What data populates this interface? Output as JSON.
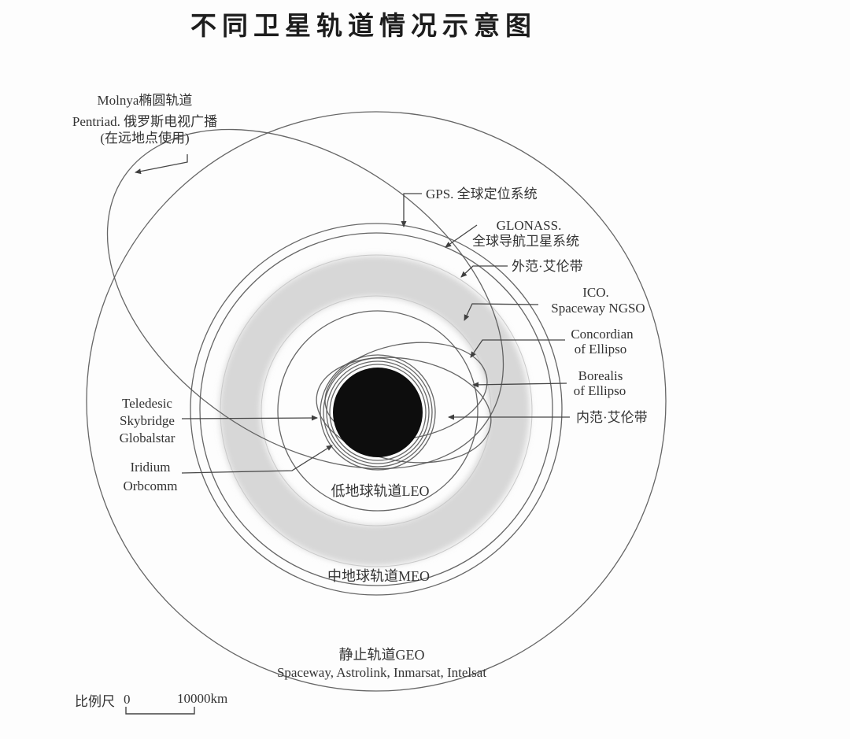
{
  "title": "不同卫星轨道情况示意图",
  "colors": {
    "background": "#fdfdfd",
    "line": "#555555",
    "text": "#333333",
    "earth": "#0d0d0d",
    "van_allen_belt": "#d7d7d7"
  },
  "labels": {
    "molniya": [
      "Molnya椭圆轨道",
      "Pentriad. 俄罗斯电视广播",
      "(在远地点使用)"
    ],
    "gps": "GPS. 全球定位系统",
    "glonass": [
      "GLONASS.",
      "全球导航卫星系统"
    ],
    "outer_van_allen": "外范·艾伦带",
    "ico": [
      "ICO.",
      "Spaceway NGSO"
    ],
    "concordian": [
      "Concordian",
      "of Ellipso"
    ],
    "borealis": [
      "Borealis",
      "of Ellipso"
    ],
    "inner_van_allen": "内范·艾伦带",
    "teledesic": [
      "Teledesic",
      "Skybridge",
      "Globalstar"
    ],
    "iridium": [
      "Iridium",
      "Orbcomm"
    ],
    "leo": "低地球轨道LEO",
    "meo": "中地球轨道MEO",
    "geo": [
      "静止轨道GEO",
      "Spaceway, Astrolink, Inmarsat, Intelsat"
    ],
    "scale": {
      "label": "比例尺",
      "zero": "0",
      "distance": "10000km"
    }
  }
}
